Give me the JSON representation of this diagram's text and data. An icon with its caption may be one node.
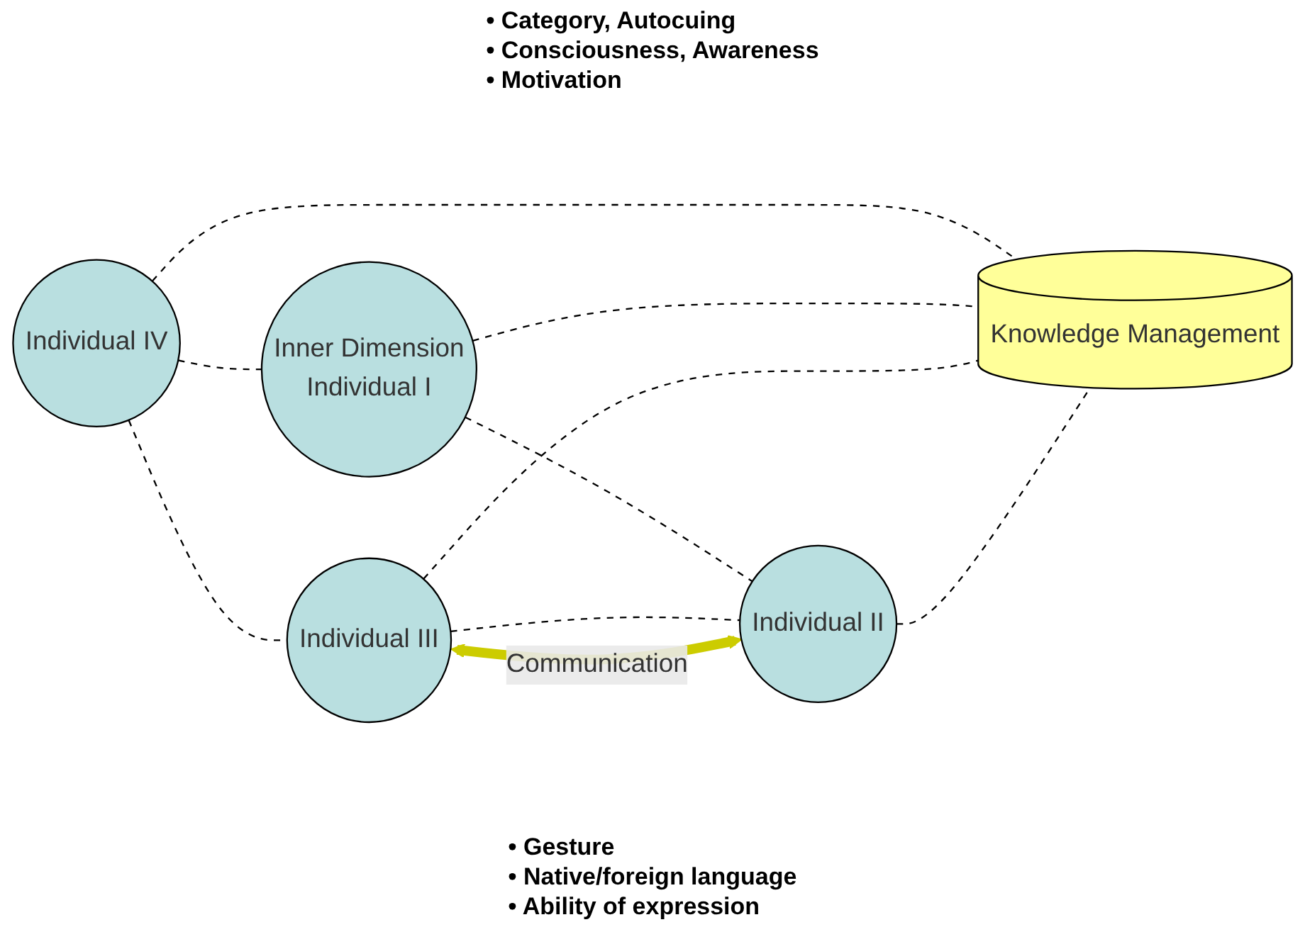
{
  "diagram": {
    "nodes": [
      {
        "text": [
          "Individual IV"
        ]
      },
      {
        "text": [
          "Inner Dimension",
          "Individual I"
        ]
      },
      {
        "text": [
          "Knowledge Management"
        ]
      },
      {
        "text": [
          "Individual III"
        ]
      },
      {
        "text": [
          "Individual II"
        ]
      }
    ],
    "edges": [
      {
        "from": 0,
        "to": 1,
        "arrow": "none",
        "style": "dashed"
      },
      {
        "from": 0,
        "to": 3,
        "arrow": "none",
        "style": "dashed"
      },
      {
        "from": 1,
        "to": 4,
        "arrow": "none",
        "style": "dashed"
      },
      {
        "from": 0,
        "to": 2,
        "arrow": "none",
        "style": "dashed"
      },
      {
        "from": 1,
        "to": 2,
        "arrow": "none",
        "style": "dashed"
      },
      {
        "from": 3,
        "to": 2,
        "arrow": "none",
        "style": "dashed"
      },
      {
        "from": 4,
        "to": 2,
        "arrow": "none",
        "style": "dashed"
      },
      {
        "from": 3,
        "to": 4,
        "arrow": "none",
        "style": "dashed"
      },
      {
        "from": 3,
        "to": 4,
        "arrow": "both",
        "style": "thick",
        "color": "#cccc00",
        "label": "Communication"
      }
    ],
    "labels": [
      "• Category, Autocuing",
      "• Consciousness, Awareness",
      "• Motivation",
      "• Gesture",
      "• Native/foreign language",
      "• Ability of expression"
    ]
  }
}
